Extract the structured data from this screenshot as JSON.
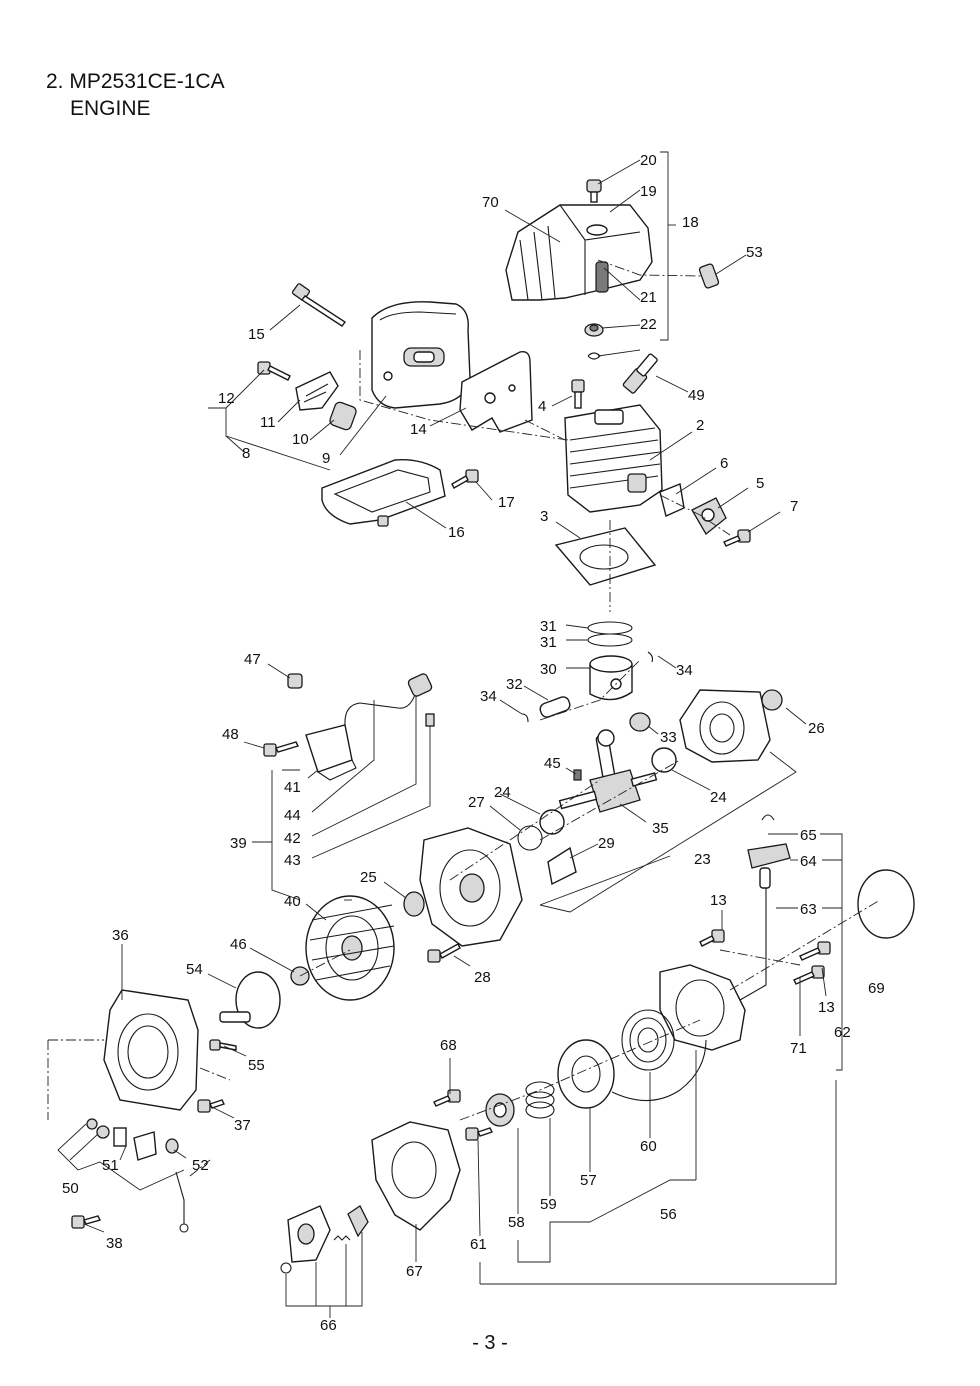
{
  "header": {
    "title_line1": "2. MP2531CE-1CA",
    "title_line2": "ENGINE"
  },
  "footer": {
    "page_number": "- 3 -"
  },
  "callouts": [
    "20",
    "19",
    "70",
    "18",
    "53",
    "21",
    "15",
    "22",
    "49",
    "12",
    "4",
    "2",
    "11",
    "10",
    "14",
    "8",
    "9",
    "6",
    "5",
    "17",
    "7",
    "16",
    "3",
    "31",
    "31",
    "30",
    "34",
    "47",
    "32",
    "34",
    "26",
    "48",
    "33",
    "45",
    "41",
    "24",
    "27",
    "24",
    "44",
    "35",
    "42",
    "29",
    "39",
    "43",
    "23",
    "65",
    "64",
    "25",
    "40",
    "13",
    "63",
    "36",
    "46",
    "54",
    "28",
    "69",
    "13",
    "71",
    "62",
    "55",
    "68",
    "37",
    "51",
    "52",
    "50",
    "60",
    "57",
    "59",
    "58",
    "56",
    "38",
    "61",
    "67",
    "66"
  ]
}
